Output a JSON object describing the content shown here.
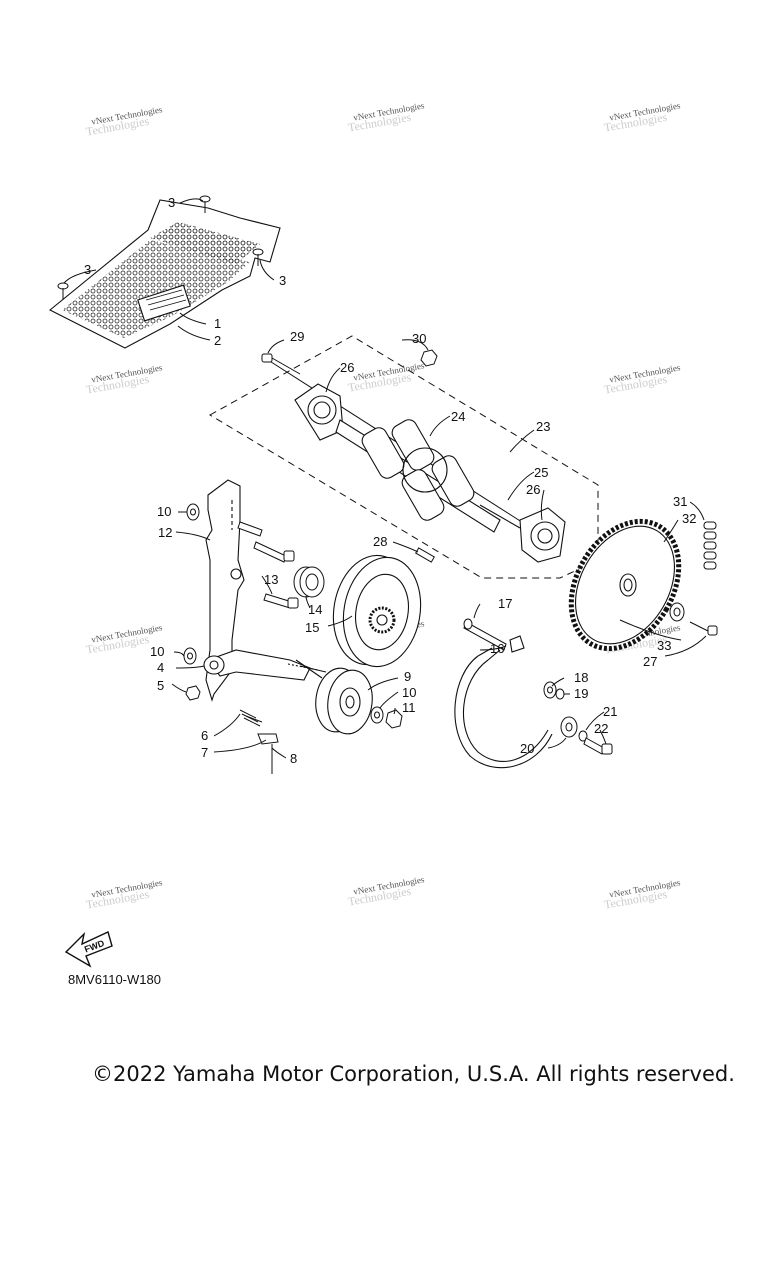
{
  "diagram": {
    "code": "8MV6110-W180",
    "copyright": "©2022 Yamaha Motor Corporation, U.S.A. All rights reserved.",
    "fwd_label": "FWD",
    "watermark": "vNext Technologies",
    "part_numbers": [
      "1",
      "2",
      "3",
      "4",
      "5",
      "6",
      "7",
      "8",
      "9",
      "10",
      "11",
      "12",
      "13",
      "14",
      "15",
      "16",
      "17",
      "18",
      "19",
      "20",
      "21",
      "22",
      "23",
      "24",
      "25",
      "26",
      "27",
      "28",
      "29",
      "30",
      "31",
      "32",
      "33"
    ]
  }
}
